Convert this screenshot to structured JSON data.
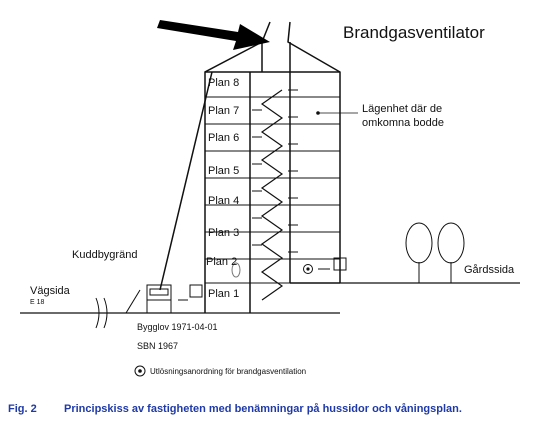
{
  "title": "Brandgasventilator",
  "floors": [
    "Plan 8",
    "Plan 7",
    "Plan 6",
    "Plan 5",
    "Plan 4",
    "Plan 3",
    "Plan 2",
    "Plan 1"
  ],
  "labels": {
    "apartment": [
      "Lägenhet där de",
      "omkomna bodde"
    ],
    "kuddbygrand": "Kuddbygränd",
    "vagsida": "Vägsida",
    "e18": "E 18",
    "gardssida": "Gårdssida",
    "bygglov": "Bygglov 1971-04-01",
    "sbn": "SBN 1967",
    "legend": "Utlösningsanordning för brandgasventilation"
  },
  "caption": {
    "number": "Fig. 2",
    "text": "Principskiss av fastigheten med benämningar på hussidor och våningsplan."
  },
  "colors": {
    "caption": "#1f3aa8",
    "line": "#111111"
  }
}
